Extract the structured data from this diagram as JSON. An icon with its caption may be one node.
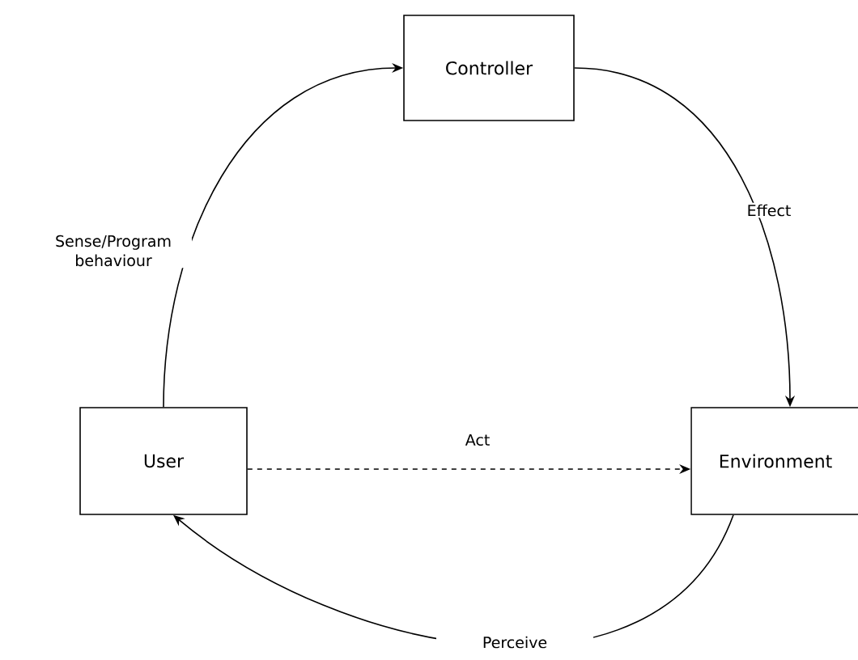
{
  "diagram": {
    "nodes": [
      {
        "text": [
          "Controller"
        ]
      },
      {
        "text": [
          "User"
        ]
      },
      {
        "text": [
          "Environment"
        ]
      }
    ],
    "edges": [
      {
        "from": 1,
        "to": 0,
        "arrow": "to",
        "label": "Sense/Program behaviour"
      },
      {
        "from": 0,
        "to": 2,
        "arrow": "to",
        "label": "Effect"
      },
      {
        "from": 1,
        "to": 2,
        "arrow": "to",
        "label": "Act",
        "style": "dashed"
      },
      {
        "from": 2,
        "to": 1,
        "arrow": "to",
        "label": "Perceive"
      }
    ]
  }
}
